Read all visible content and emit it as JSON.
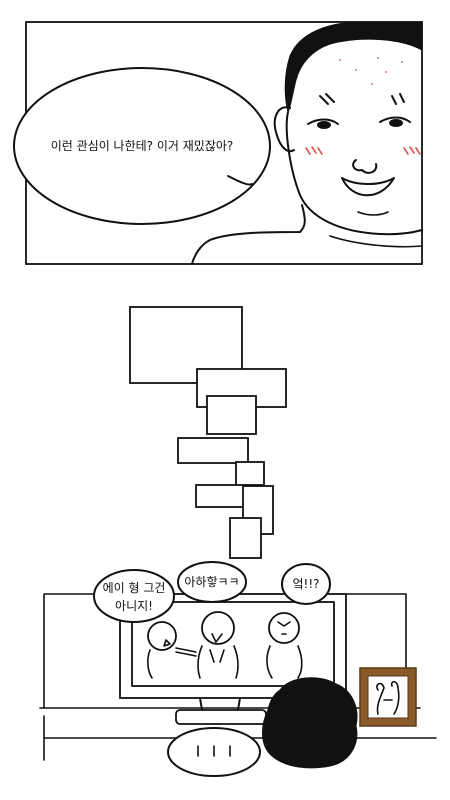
{
  "panel_top": {
    "speech": "이런 관심이 나한테? 이거 재밌잖아?"
  },
  "panel_bottom": {
    "bubble_left_line1": "에이 형 그건",
    "bubble_left_line2": "아니지!",
    "bubble_middle": "아하핳ㅋㅋ",
    "bubble_right": "엌!!?",
    "colors": {
      "frame": "#8a5a2b",
      "blush": "#e05050"
    }
  }
}
